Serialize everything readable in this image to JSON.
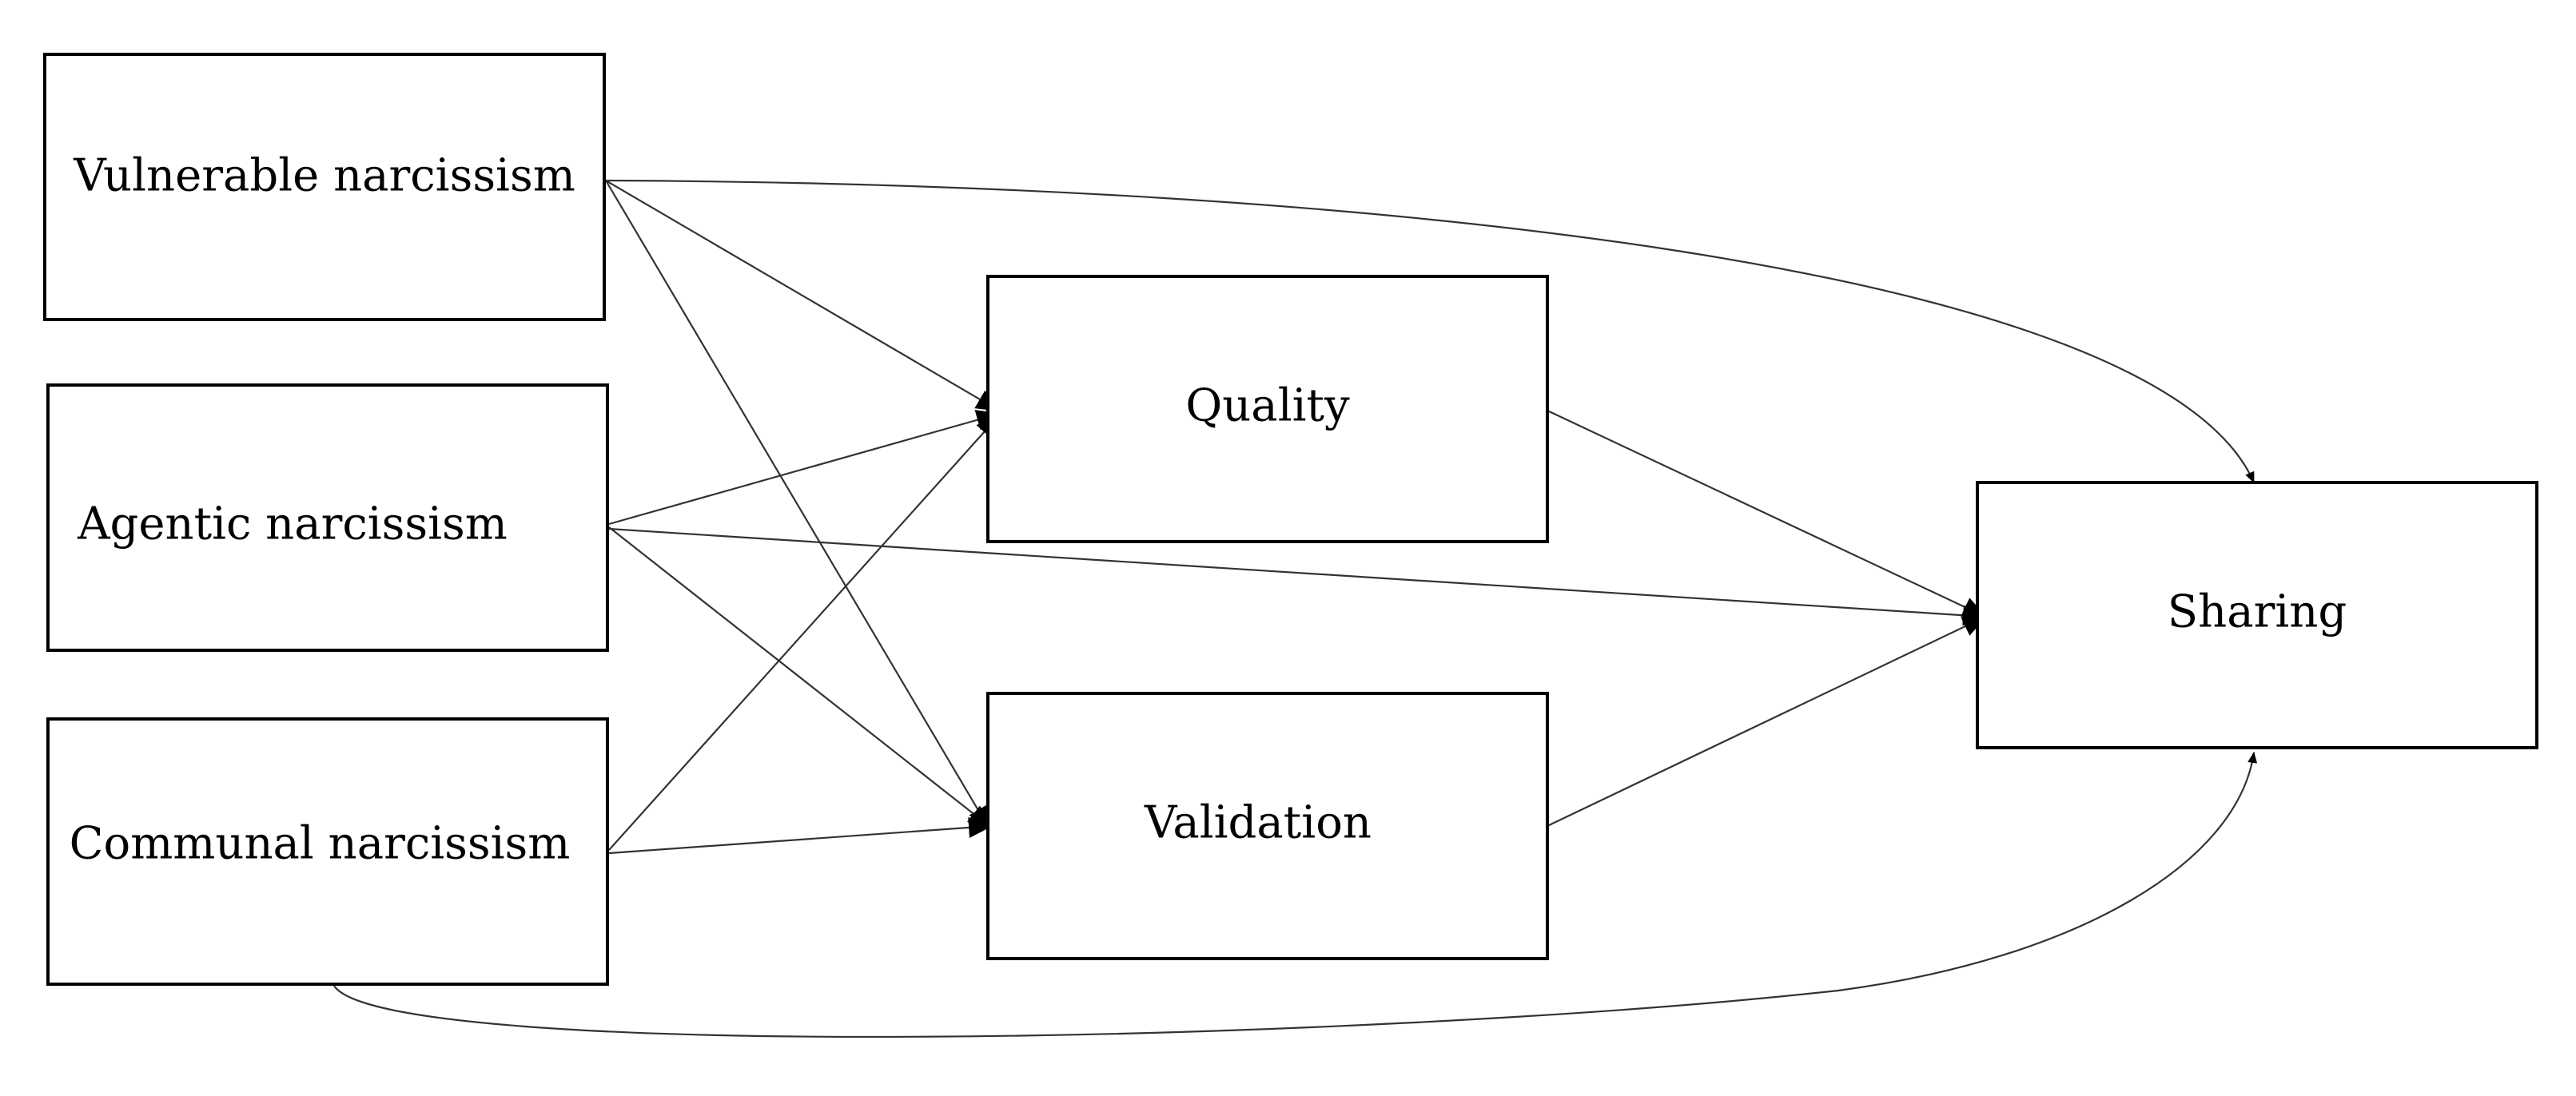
{
  "nodes": {
    "vulnerable": "Vulnerable narcissism",
    "agentic": "Agentic narcissism",
    "communal": "Communal narcissism",
    "quality": "Quality",
    "validation": "Validation",
    "sharing": "Sharing"
  },
  "edges": [
    {
      "from": "vulnerable",
      "to": "quality"
    },
    {
      "from": "vulnerable",
      "to": "validation"
    },
    {
      "from": "vulnerable",
      "to": "sharing"
    },
    {
      "from": "agentic",
      "to": "quality"
    },
    {
      "from": "agentic",
      "to": "validation"
    },
    {
      "from": "agentic",
      "to": "sharing"
    },
    {
      "from": "communal",
      "to": "quality"
    },
    {
      "from": "communal",
      "to": "validation"
    },
    {
      "from": "communal",
      "to": "sharing"
    },
    {
      "from": "quality",
      "to": "sharing"
    },
    {
      "from": "validation",
      "to": "sharing"
    }
  ],
  "colors": {
    "box_stroke": "#000000",
    "edge_stroke": "#333333",
    "background": "#ffffff"
  }
}
